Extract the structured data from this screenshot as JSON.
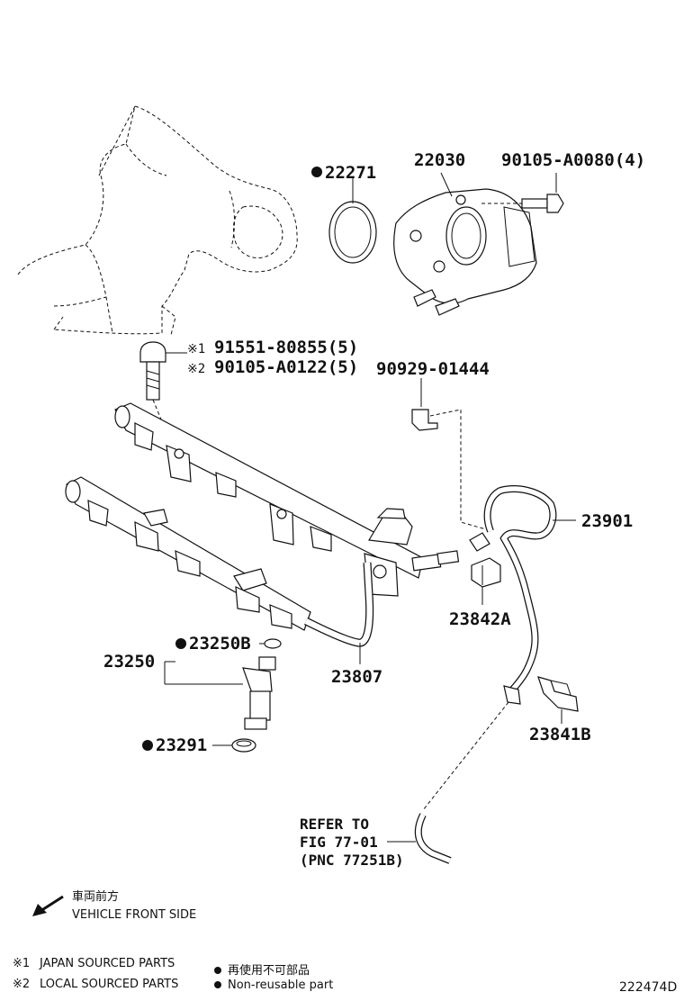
{
  "diagram": {
    "figure_id": "222474D",
    "callouts": {
      "gasket_22271": "22271",
      "throttle_body": "22030",
      "throttle_bolt": "90105-A0080(4)",
      "rail_bolt_japan": "91551-80855(5)",
      "rail_bolt_local": "90105-A0122(5)",
      "clamp_90929": "90929-01444",
      "fuel_hose": "23901",
      "clamp_23842a": "23842A",
      "fuel_pipe": "23807",
      "injector_oring": "23250B",
      "injector": "23250",
      "injector_insulator": "23291",
      "clamp_23841b": "23841B"
    },
    "refer_to": {
      "line1": "REFER TO",
      "line2": "FIG 77-01",
      "line3": "(PNC 77251B)"
    },
    "direction": {
      "jp": "車両前方",
      "en": "VEHICLE FRONT SIDE"
    },
    "notes": {
      "mark1": "※1",
      "mark2": "※2",
      "japan_parts": "JAPAN SOURCED PARTS",
      "local_parts": "LOCAL SOURCED PARTS",
      "nonreuse_jp": "再使用不可部品",
      "nonreuse_en": "Non-reusable part"
    }
  }
}
